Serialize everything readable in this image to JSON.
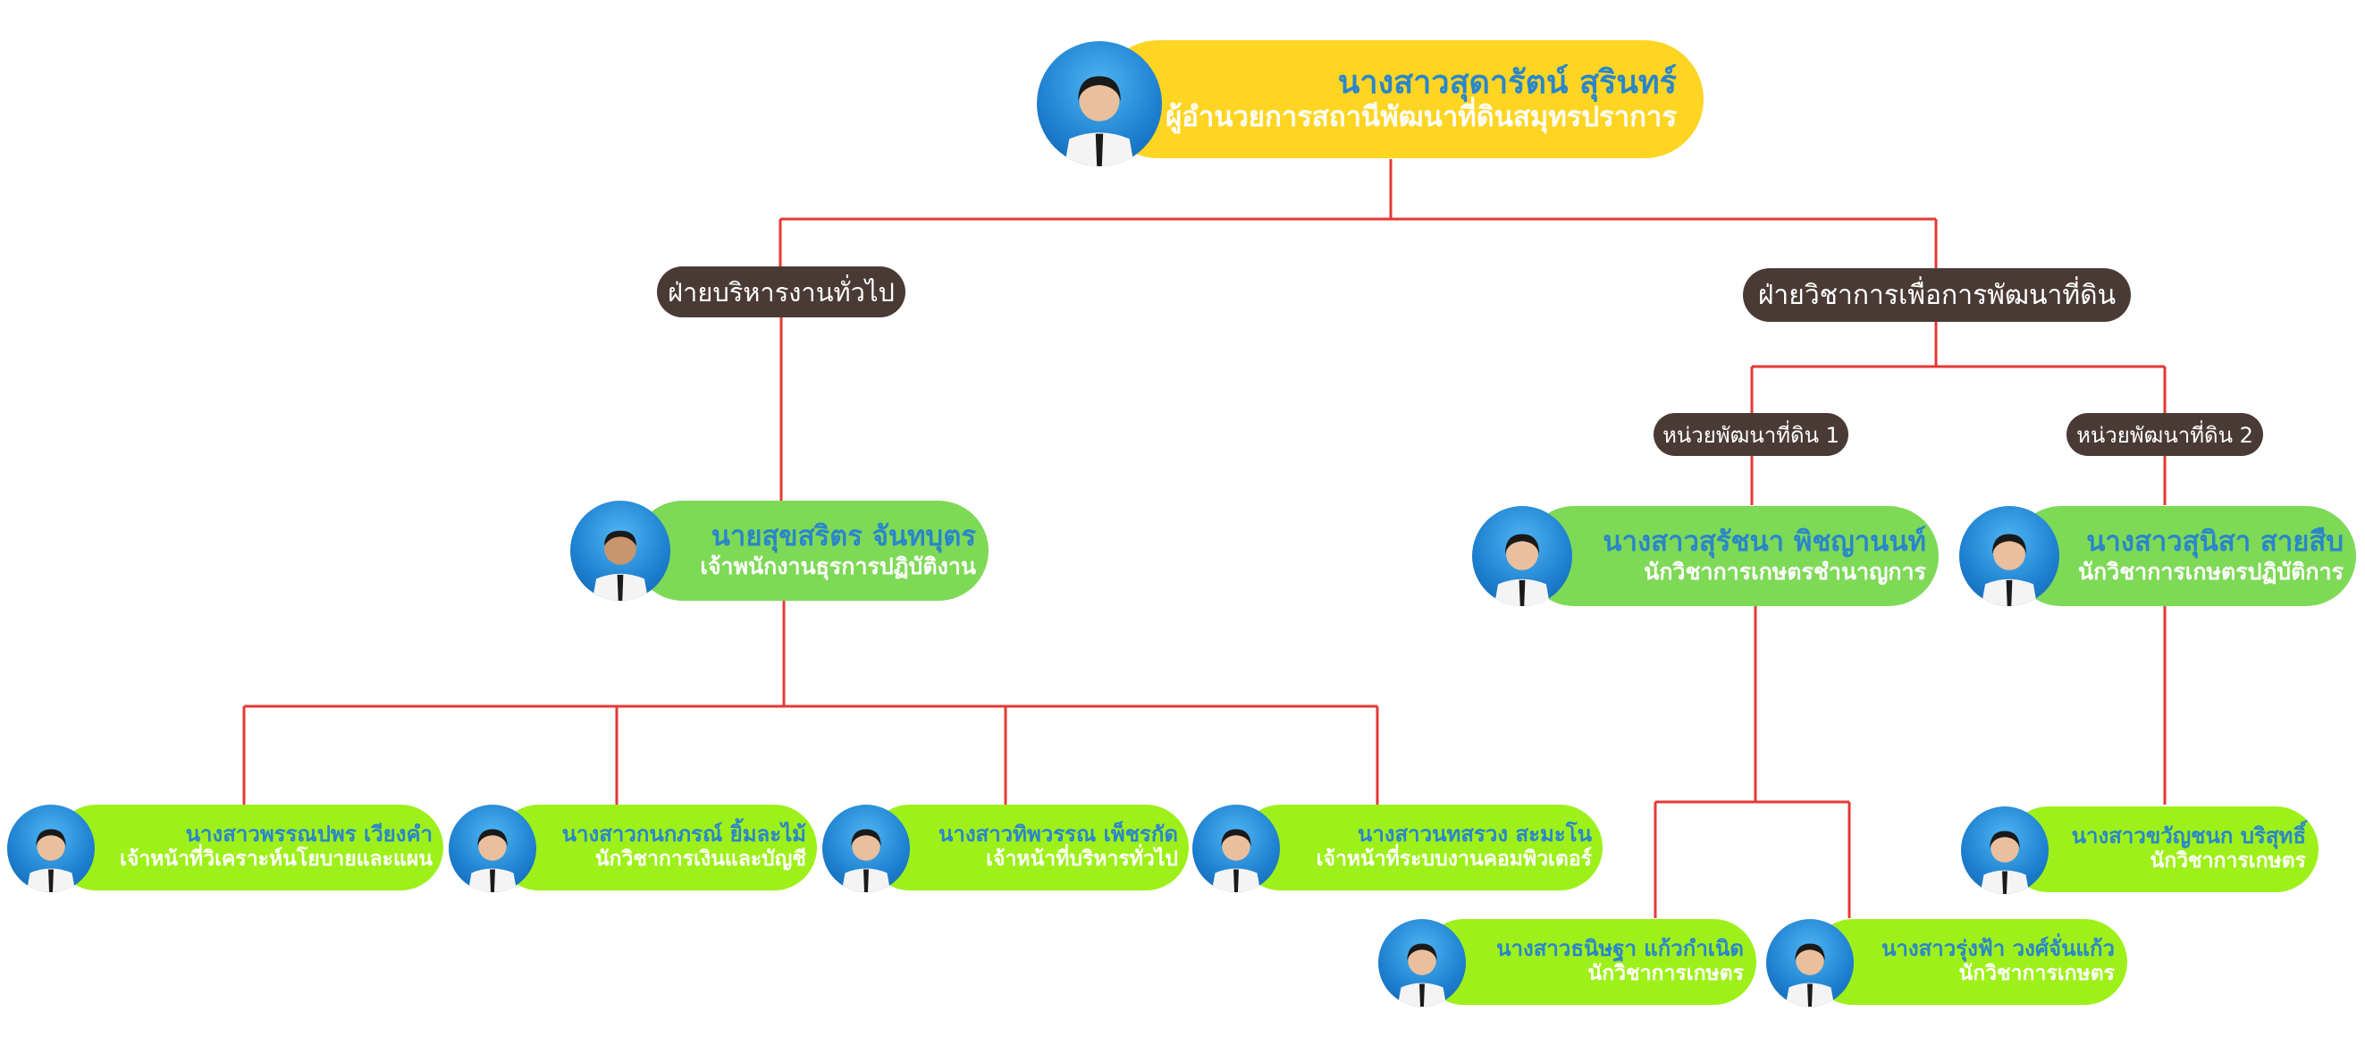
{
  "colors": {
    "connector": "#e53935",
    "director_card": "#ffd523",
    "officer_card": "#7ed957",
    "staff_card": "#9ef01a",
    "name_text": "#2a86c9",
    "role_text": "#ffffff",
    "dept_label": "#4a3a35"
  },
  "director": {
    "name": "นางสาวสุดารัตน์ สุรินทร์",
    "role": "ผู้อำนวยการสถานีพัฒนาที่ดินสมุทรปราการ"
  },
  "departments": {
    "general": "ฝ่ายบริหารงานทั่วไป",
    "technical": "ฝ่ายวิชาการเพื่อการพัฒนาที่ดิน"
  },
  "units": {
    "unit1": "หน่วยพัฒนาที่ดิน 1",
    "unit2": "หน่วยพัฒนาที่ดิน 2"
  },
  "people": {
    "general_head": {
      "name": "นายสุขสริตร จันทบุตร",
      "role": "เจ้าพนักงานธุรการปฏิบัติงาน"
    },
    "unit1_head": {
      "name": "นางสาวสุรัชนา พิชญานนท์",
      "role": "นักวิชาการเกษตรชำนาญการ"
    },
    "unit2_head": {
      "name": "นางสาวสุนิสา สายสืบ",
      "role": "นักวิชาการเกษตรปฏิบัติการ"
    },
    "staff1": {
      "name": "นางสาวพรรณปพร เวียงคำ",
      "role": "เจ้าหน้าที่วิเคราะห์นโยบายและแผน"
    },
    "staff2": {
      "name": "นางสาวกนกภรณ์ ยิ้มละไม้",
      "role": "นักวิชาการเงินและบัญชี"
    },
    "staff3": {
      "name": "นางสาวทิพวรรณ เพ็ชรกัด",
      "role": "เจ้าหน้าที่บริหารทั่วไป"
    },
    "staff4": {
      "name": "นางสาวนทสรวง สะมะโน",
      "role": "เจ้าหน้าที่ระบบงานคอมพิวเตอร์"
    },
    "unit1_staff1": {
      "name": "นางสาวธนิษฐา แก้วกำเนิด",
      "role": "นักวิชาการเกษตร"
    },
    "unit1_staff2": {
      "name": "นางสาวรุ่งฟ้า วงศ์จั่นแก้ว",
      "role": "นักวิชาการเกษตร"
    },
    "unit2_staff1": {
      "name": "นางสาวขวัญชนก บริสุทธิ์",
      "role": "นักวิชาการเกษตร"
    }
  }
}
